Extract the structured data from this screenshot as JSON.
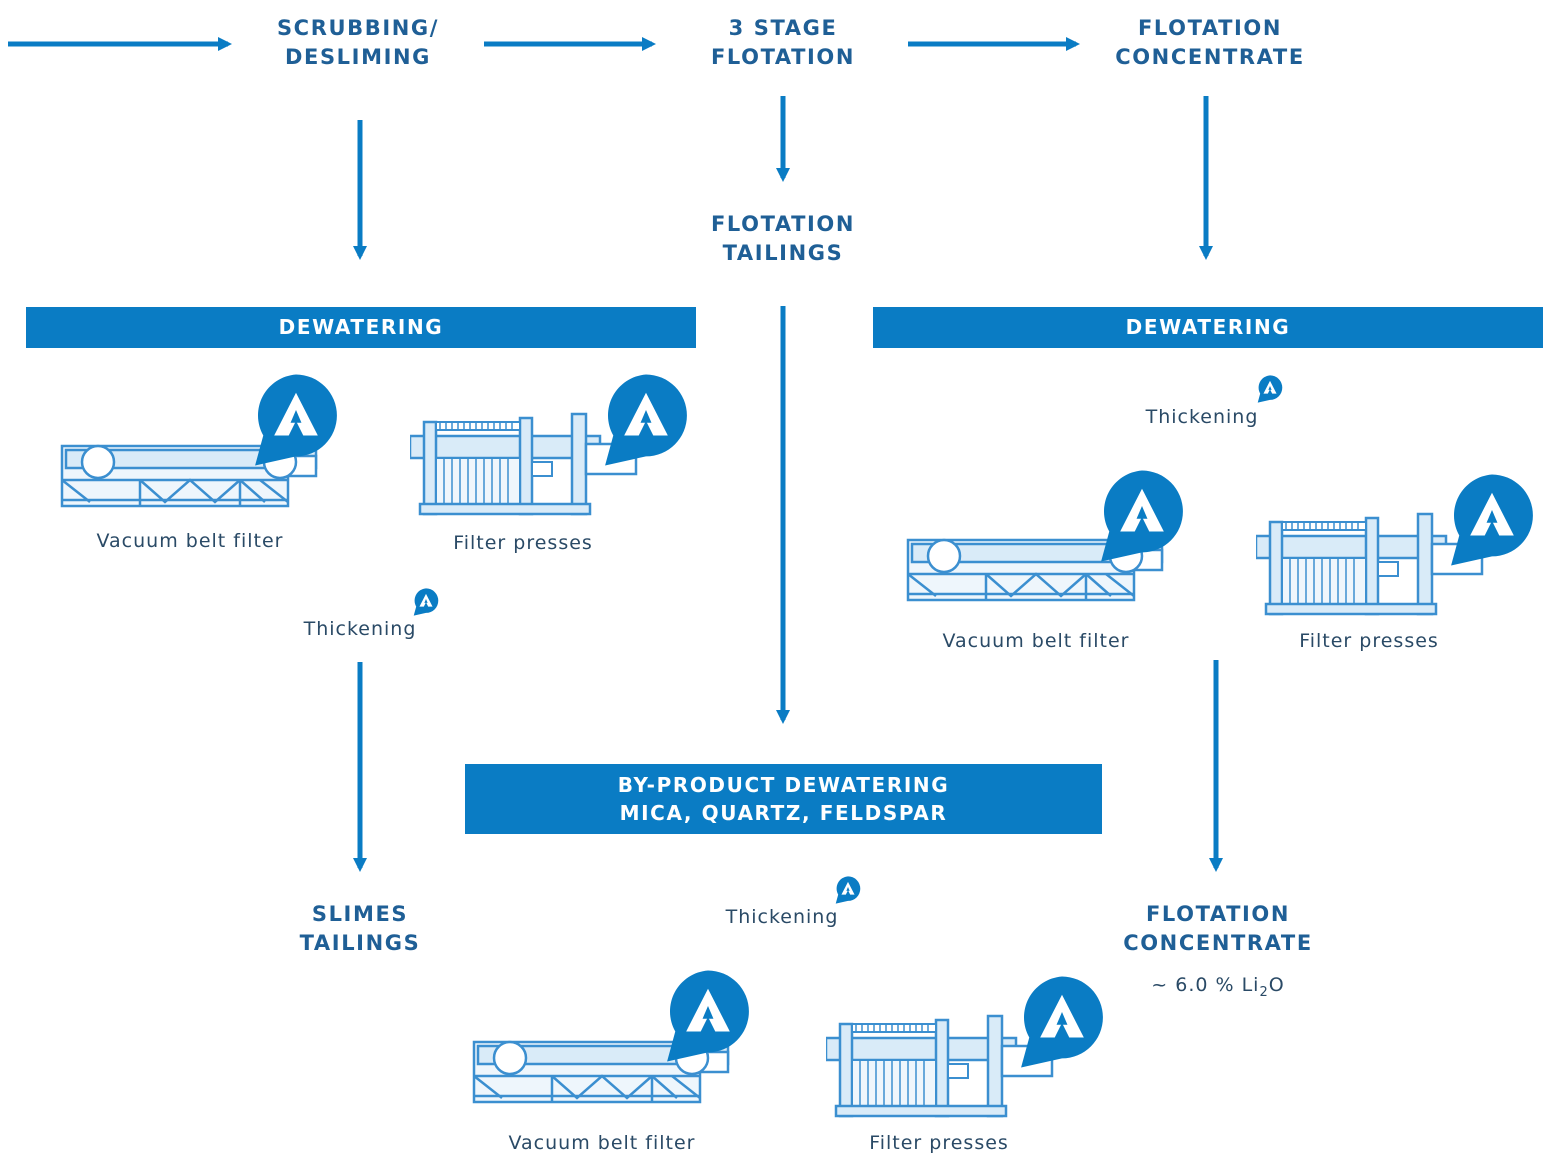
{
  "nodes": {
    "scrubbing": {
      "line1": "SCRUBBING/",
      "line2": "DESLIMING"
    },
    "flotation_stage": {
      "line1": "3 STAGE",
      "line2": "FLOTATION"
    },
    "flotation_concentrate_top": {
      "line1": "FLOTATION",
      "line2": "CONCENTRATE"
    },
    "flotation_tailings": {
      "line1": "FLOTATION",
      "line2": "TAILINGS"
    },
    "slimes_tailings": {
      "line1": "SLIMES",
      "line2": "TAILINGS"
    },
    "flotation_concentrate_bottom": {
      "line1": "FLOTATION",
      "line2": "CONCENTRATE"
    }
  },
  "bars": {
    "dewatering_left": "DEWATERING",
    "dewatering_right": "DEWATERING",
    "byproduct_line1": "BY-PRODUCT DEWATERING",
    "byproduct_line2": "MICA, QUARTZ, FELDSPAR"
  },
  "labels": {
    "vacuum_belt_filter": "Vacuum belt filter",
    "filter_presses": "Filter presses",
    "thickening": "Thickening"
  },
  "grade": {
    "prefix": "~ 6.0 % Li",
    "subscript": "2",
    "suffix": "O"
  },
  "colors": {
    "brand_blue": "#0a7cc4",
    "title_blue": "#1f5f96",
    "equipment_stroke": "#3b8fd0",
    "equipment_fill": "#d9ebf8"
  },
  "icons": {
    "badge": "location-pin-logo-icon",
    "belt_filter": "vacuum-belt-filter-icon",
    "press": "filter-press-icon"
  }
}
